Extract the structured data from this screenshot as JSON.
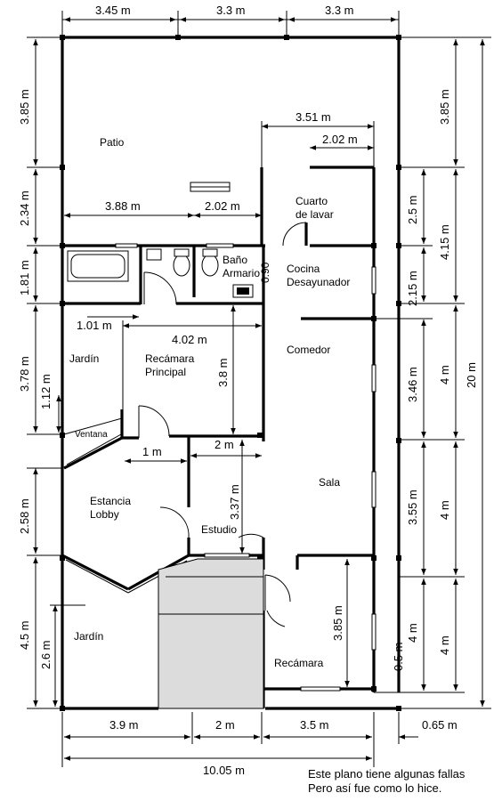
{
  "rooms": {
    "patio": "Patio",
    "laundry_line1": "Cuarto",
    "laundry_line2": "de lavar",
    "bath_line1": "Baño",
    "bath_line2": "Armario",
    "kitchen_line1": "Cocina",
    "kitchen_line2": "Desayunador",
    "dining": "Comedor",
    "garden_left": "Jardín",
    "master_line1": "Recámara",
    "master_line2": "Principal",
    "window": "Ventana",
    "living": "Sala",
    "lobby_line1": "Estancia",
    "lobby_line2": "Lobby",
    "study": "Estudio",
    "garden_bottom": "Jardín",
    "bedroom": "Recámara"
  },
  "dims": {
    "top_1": "3.45 m",
    "top_2": "3.3 m",
    "top_3": "3.3 m",
    "d_351": "3.51 m",
    "d_202a": "2.02 m",
    "d_388": "3.88 m",
    "d_202b": "2.02 m",
    "d_101": "1.01 m",
    "d_402": "4.02 m",
    "d_1m": "1 m",
    "d_2m_mid": "2 m",
    "d_090": "0.90",
    "left_385": "3.85 m",
    "left_234": "2.34 m",
    "left_181": "1.81 m",
    "left_378": "3.78 m",
    "left_112": "1.12 m",
    "left_258": "2.58 m",
    "left_45": "4.5 m",
    "left_26": "2.6 m",
    "v_38": "3.8 m",
    "v_337": "3.37 m",
    "v_385": "3.85 m",
    "v_05": "0.5 m",
    "r_25": "2.5 m",
    "r_215": "2.15 m",
    "r_346": "3.46 m",
    "r_355": "3.55 m",
    "r_4a": "4 m",
    "r2_385": "3.85 m",
    "r2_415": "4.15 m",
    "r2_4a": "4 m",
    "r2_4b": "4 m",
    "r2_4c": "4 m",
    "total_20": "20 m",
    "bot_39": "3.9 m",
    "bot_2": "2 m",
    "bot_35": "3.5 m",
    "bot_065": "0.65 m",
    "bot_total": "10.05 m"
  },
  "note": {
    "line1": "Este plano tiene algunas fallas",
    "line2": "Pero así fue como lo hice."
  }
}
